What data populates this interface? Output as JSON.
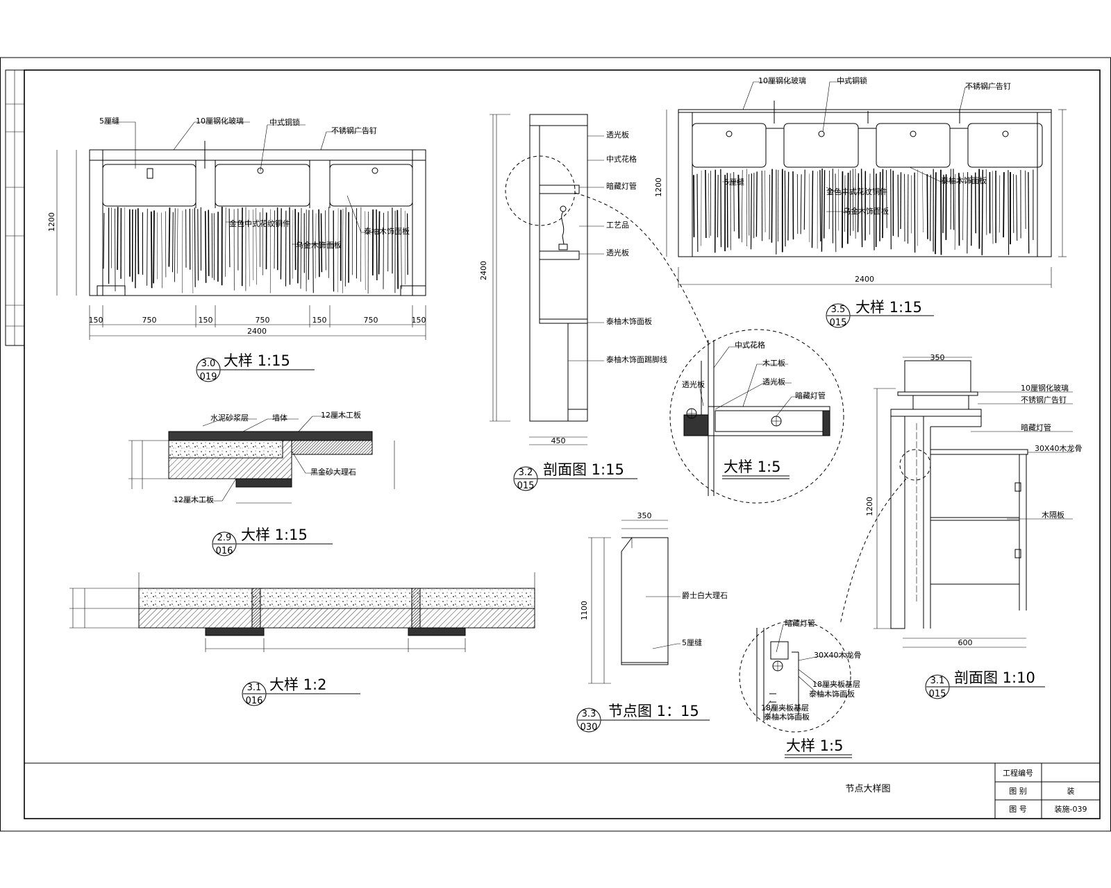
{
  "sheet": {
    "title": "节点大样图",
    "info_rows": [
      {
        "label": "工程编号",
        "value": ""
      },
      {
        "label": "图 别",
        "value": "装"
      },
      {
        "label": "图 号",
        "value": "装施-039"
      }
    ]
  },
  "views": [
    {
      "id": "v30",
      "title": "大样 1:15",
      "number": "3.0",
      "sheet": "019",
      "labels": [
        "5厘缝",
        "10厘钢化玻璃",
        "中式铜锁",
        "不锈钢广告钉",
        "金色中式花纹铜件",
        "乌金木饰面板",
        "泰柚木饰面板"
      ]
    },
    {
      "id": "v29",
      "title": "大样 1:15",
      "number": "2.9",
      "sheet": "016",
      "labels": [
        "水泥砂浆层",
        "墙体",
        "12厘木工板",
        "12厘木工板",
        "黑金砂大理石"
      ]
    },
    {
      "id": "v31a",
      "title": "大样 1:2",
      "number": "3.1",
      "sheet": "016",
      "labels": []
    },
    {
      "id": "v32",
      "title": "剖面图 1:15",
      "number": "3.2",
      "sheet": "015",
      "labels": [
        "透光板",
        "中式花格",
        "暗藏灯管",
        "工艺品",
        "透光板",
        "泰柚木饰面板",
        "泰柚木饰面踢脚线"
      ]
    },
    {
      "id": "v35",
      "title": "大样 1:15",
      "number": "3.5",
      "sheet": "015",
      "labels": [
        "10厘钢化玻璃",
        "中式铜锁",
        "不锈钢广告钉",
        "5厘缝",
        "金色中式花纹铜件",
        "泰柚木饰面板",
        "乌金木饰面板"
      ]
    },
    {
      "id": "d15a",
      "title": "大样 1:5",
      "number": "",
      "sheet": "",
      "labels": [
        "中式花格",
        "木工板",
        "透光板",
        "透光板",
        "暗藏灯管"
      ]
    },
    {
      "id": "v33",
      "title": "节点图 1：15",
      "number": "3.3",
      "sheet": "030",
      "labels": [
        "爵士白大理石",
        "5厘缝"
      ]
    },
    {
      "id": "v31b",
      "title": "剖面图 1:10",
      "number": "3.1",
      "sheet": "015",
      "labels": [
        "10厘钢化玻璃",
        "不锈钢广告钉",
        "暗藏灯管",
        "30X40木龙骨",
        "木隔板"
      ]
    },
    {
      "id": "d15b",
      "title": "大样 1:5",
      "number": "",
      "sheet": "",
      "labels": [
        "暗藏灯管",
        "30X40木龙骨",
        "18厘夹板基层",
        "泰柚木饰面板",
        "18厘夹板基层",
        "泰柚木饰面板"
      ]
    }
  ],
  "dimensions": {
    "v30_width": "2400",
    "v30_height": "1200",
    "v30_segments": [
      "150",
      "750",
      "150",
      "750",
      "150",
      "750",
      "150"
    ],
    "v35_width": "2400",
    "v35_height": "1200",
    "v32_height": "2400",
    "v32_depth": "450",
    "v33_height": "1100",
    "v33_width": "350",
    "v31b_height": "1200",
    "v31b_width": "600",
    "v31b_top": "350"
  }
}
